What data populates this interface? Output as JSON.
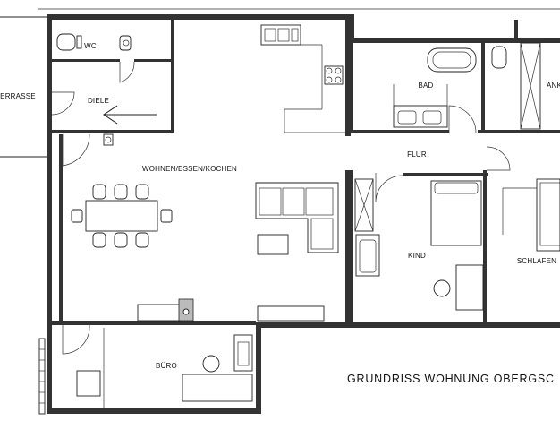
{
  "title": "GRUNDRISS WOHNUNG OBERGSC",
  "rooms": {
    "terrasse": "ERRASSE",
    "wc": "WC",
    "diele": "DIELE",
    "wohnen": "WOHNEN/ESSEN/KOCHEN",
    "bad": "BAD",
    "ankleide": "ANK",
    "flur": "FLUR",
    "kind": "KIND",
    "schlafen": "SCHLAFEN",
    "buero": "BÜRO"
  },
  "symbols": {
    "entrance": "arrow-left-icon"
  }
}
